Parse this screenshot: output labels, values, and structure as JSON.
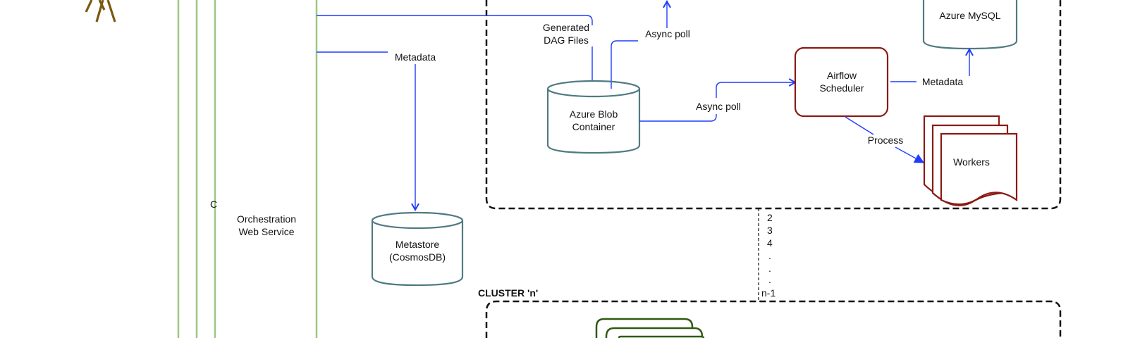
{
  "diagram": {
    "actor": {
      "icon": "user-actor-icon"
    },
    "orchestration": {
      "label_line1": "Orchestration",
      "label_line2": "Web Service",
      "cut_label": "C"
    },
    "edges": {
      "generated_dag_line1": "Generated",
      "generated_dag_line2": "DAG Files",
      "metadata_to_metastore": "Metadata",
      "async_poll_top": "Async poll",
      "async_poll_blob": "Async poll",
      "metadata_to_mysql": "Metadata",
      "process": "Process"
    },
    "nodes": {
      "metastore_line1": "Metastore",
      "metastore_line2": "(CosmosDB)",
      "blob_line1": "Azure Blob",
      "blob_line2": "Container",
      "scheduler_line1": "Airflow",
      "scheduler_line2": "Scheduler",
      "mysql": "Azure MySQL",
      "workers": "Workers"
    },
    "cluster_enum": [
      "2",
      "3",
      "4",
      ".",
      ".",
      ".",
      "n-1"
    ],
    "cluster_n_title": "CLUSTER 'n'",
    "colors": {
      "edge": "#1f3cff",
      "datastore": "#4f7a82",
      "airflow": "#8a1a14",
      "lane": "#9cc787",
      "cluster_n_node": "#2f5a14"
    }
  }
}
